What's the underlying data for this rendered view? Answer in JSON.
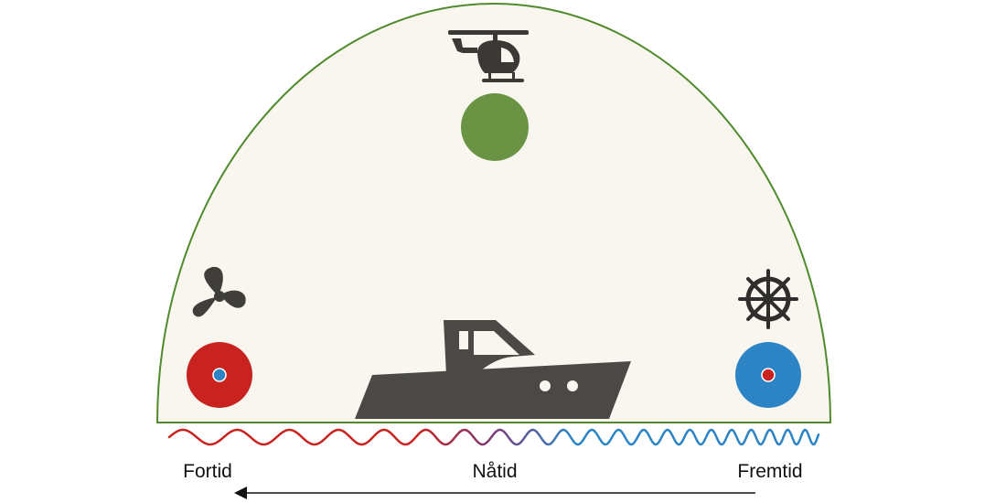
{
  "labels": {
    "past": "Fortid",
    "present": "Nåtid",
    "future": "Fremtid"
  },
  "icons": {
    "top": "helicopter-icon",
    "left": "propeller-icon",
    "right": "ship-wheel-icon",
    "center": "motorboat-icon"
  },
  "colors": {
    "dome_fill": "#f8f6ef",
    "dome_stroke": "#4f8a2c",
    "green_dot": "#6a9444",
    "red_dot": "#c8231f",
    "blue_dot": "#2d84c4",
    "icon_dark": "#3f3e3b",
    "arrow": "#111111"
  }
}
